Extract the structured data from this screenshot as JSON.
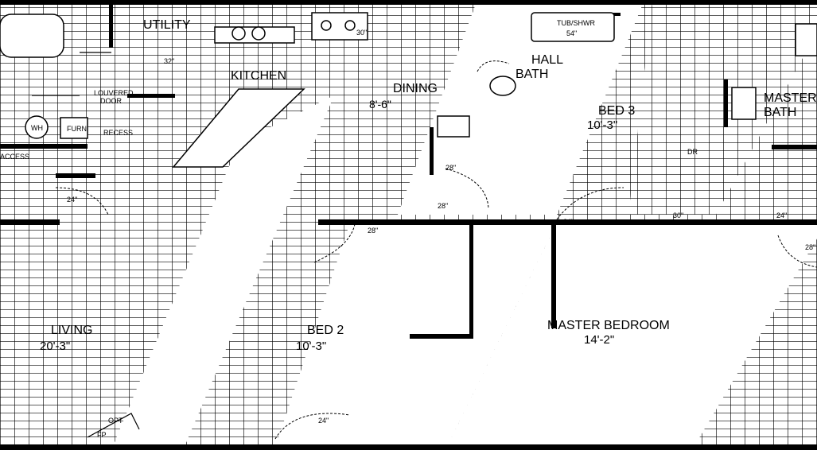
{
  "rooms": {
    "utility": "UTILITY",
    "kitchen": "KITCHEN",
    "dining": "DINING",
    "dining_size": "8'-6\"",
    "hall_bath_line1": "HALL",
    "hall_bath_line2": "BATH",
    "bed3": "BED 3",
    "bed3_size": "10'-3\"",
    "master_bath_line1": "MASTER",
    "master_bath_line2": "BATH",
    "living": "LIVING",
    "living_size": "20'-3\"",
    "bed2": "BED 2",
    "bed2_size": "10'-3\"",
    "master_bedroom": "MASTER BEDROOM",
    "master_bedroom_size": "14'-2\""
  },
  "labels": {
    "tub_shower": "TUB/SHWR",
    "tub_shower_size": "54\"",
    "access": "ACCESS",
    "wh": "WH",
    "furn": "FURN",
    "recessed": "RECESS",
    "louvered_door_1": "LOUVERED",
    "louvered_door_2": "DOOR",
    "dr": "DR",
    "opt": "OPT",
    "fp": "FP",
    "d24": "24\"",
    "d28": "28\"",
    "d30": "30\"",
    "d32": "32\""
  },
  "colors": {
    "line": "#000000",
    "background": "#ffffff"
  }
}
